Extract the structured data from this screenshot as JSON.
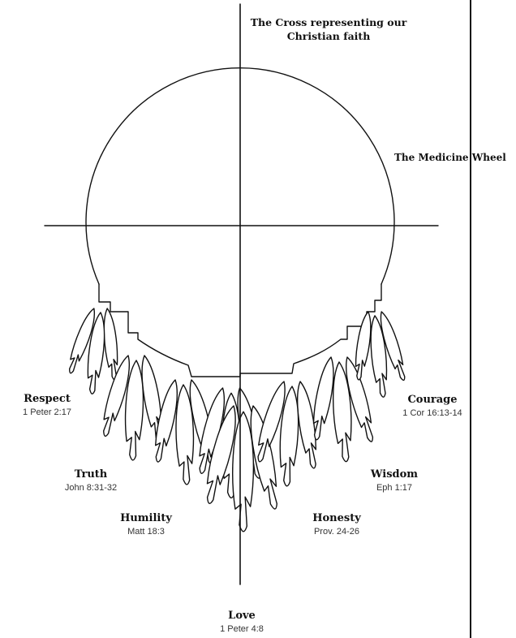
{
  "titles": {
    "cross": "The Cross representing our Christian faith",
    "wheel": "The Medicine Wheel"
  },
  "virtues": [
    {
      "name": "Respect",
      "ref": "1 Peter 2:17"
    },
    {
      "name": "Truth",
      "ref": "John 8:31-32"
    },
    {
      "name": "Humility",
      "ref": "Matt 18:3"
    },
    {
      "name": "Love",
      "ref": "1 Peter 4:8"
    },
    {
      "name": "Honesty",
      "ref": "Prov. 24-26"
    },
    {
      "name": "Wisdom",
      "ref": "Eph 1:17"
    },
    {
      "name": "Courage",
      "ref": "1 Cor 16:13-14"
    }
  ],
  "colors": {
    "ink": "#111111",
    "feather_fill": "#ffffff",
    "background": "#ffffff"
  }
}
